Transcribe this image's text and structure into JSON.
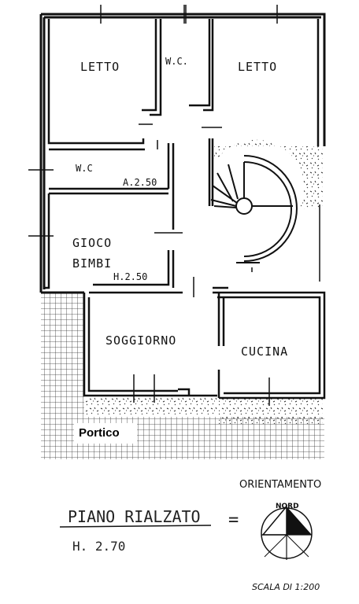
{
  "rooms": {
    "letto_left": "LETTO",
    "letto_right": "LETTO",
    "wc_top": "W.C.",
    "wc_mid": "W.C",
    "wc_mid_height": "A.2.50",
    "gioco_line1": "GIOCO",
    "gioco_line2": "BIMBI",
    "gioco_height": "H.2.50",
    "soggiorno": "SOGGIORNO",
    "cucina": "CUCINA"
  },
  "portico_label": "Portico",
  "floor": {
    "name": "PIANO RIALZATO",
    "height": "H. 2.70"
  },
  "compass": {
    "title": "ORIENTAMENTO",
    "north": "NORD"
  },
  "scale": "SCALA DI 1:200"
}
